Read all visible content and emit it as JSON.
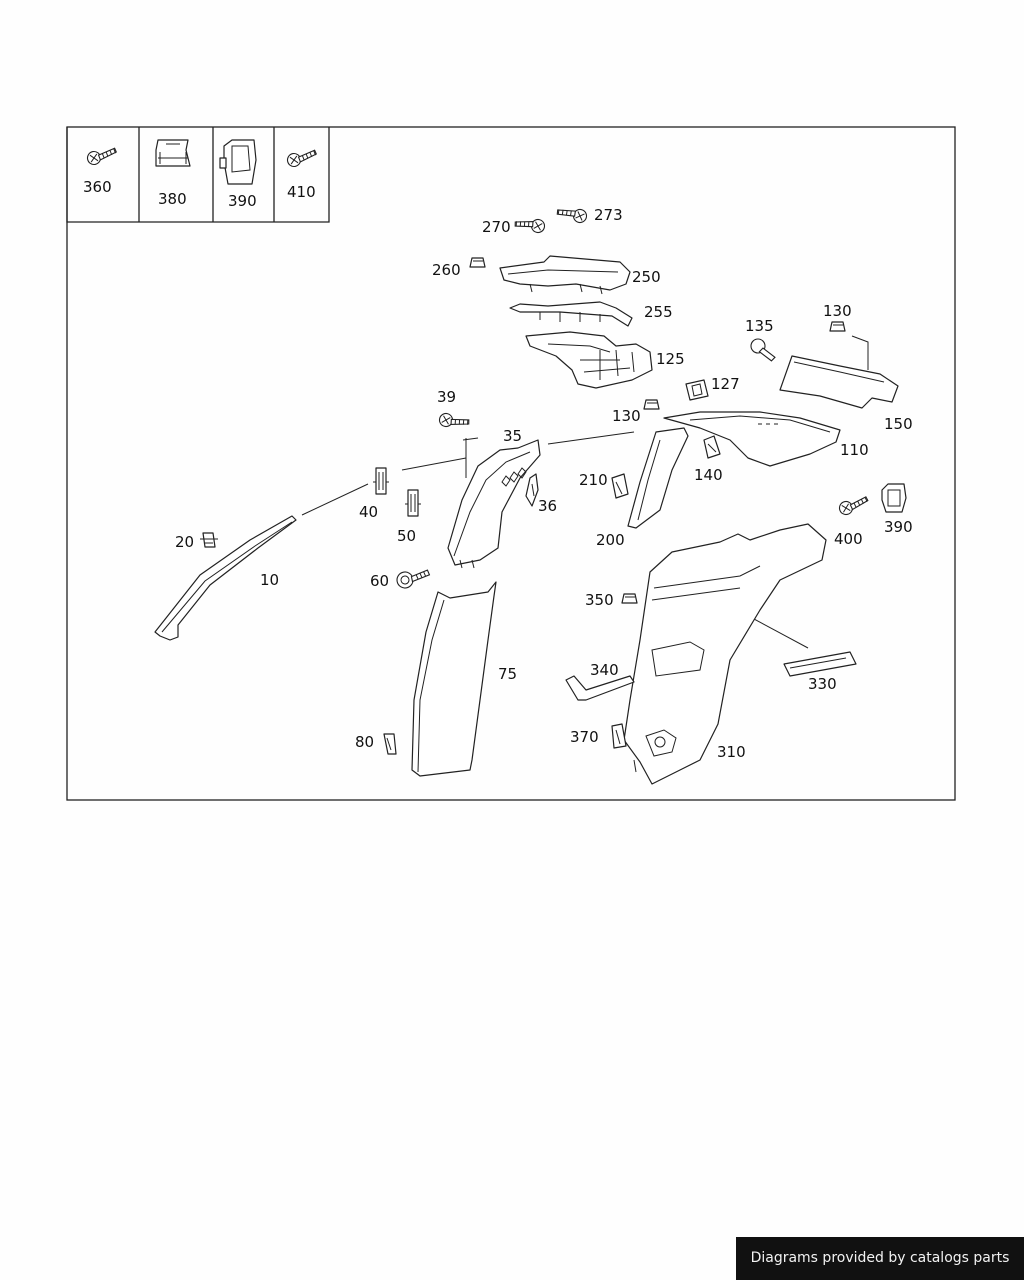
{
  "legend_box": {
    "items": [
      {
        "id": "360",
        "icon": "screw-icon"
      },
      {
        "id": "380",
        "icon": "clip-icon"
      },
      {
        "id": "390",
        "icon": "clip-nut-icon"
      },
      {
        "id": "410",
        "icon": "screw-icon"
      }
    ]
  },
  "parts": {
    "p10": "10",
    "p20": "20",
    "p35": "35",
    "p36": "36",
    "p39": "39",
    "p40": "40",
    "p50": "50",
    "p60": "60",
    "p75": "75",
    "p80": "80",
    "p110": "110",
    "p125": "125",
    "p127": "127",
    "p130a": "130",
    "p130b": "130",
    "p135": "135",
    "p140": "140",
    "p150": "150",
    "p200": "200",
    "p210": "210",
    "p250": "250",
    "p255": "255",
    "p260": "260",
    "p270": "270",
    "p273": "273",
    "p310": "310",
    "p330": "330",
    "p340": "340",
    "p350": "350",
    "p370": "370",
    "p390": "390",
    "p400": "400"
  },
  "footer": {
    "text": "Diagrams provided by catalogs parts"
  }
}
